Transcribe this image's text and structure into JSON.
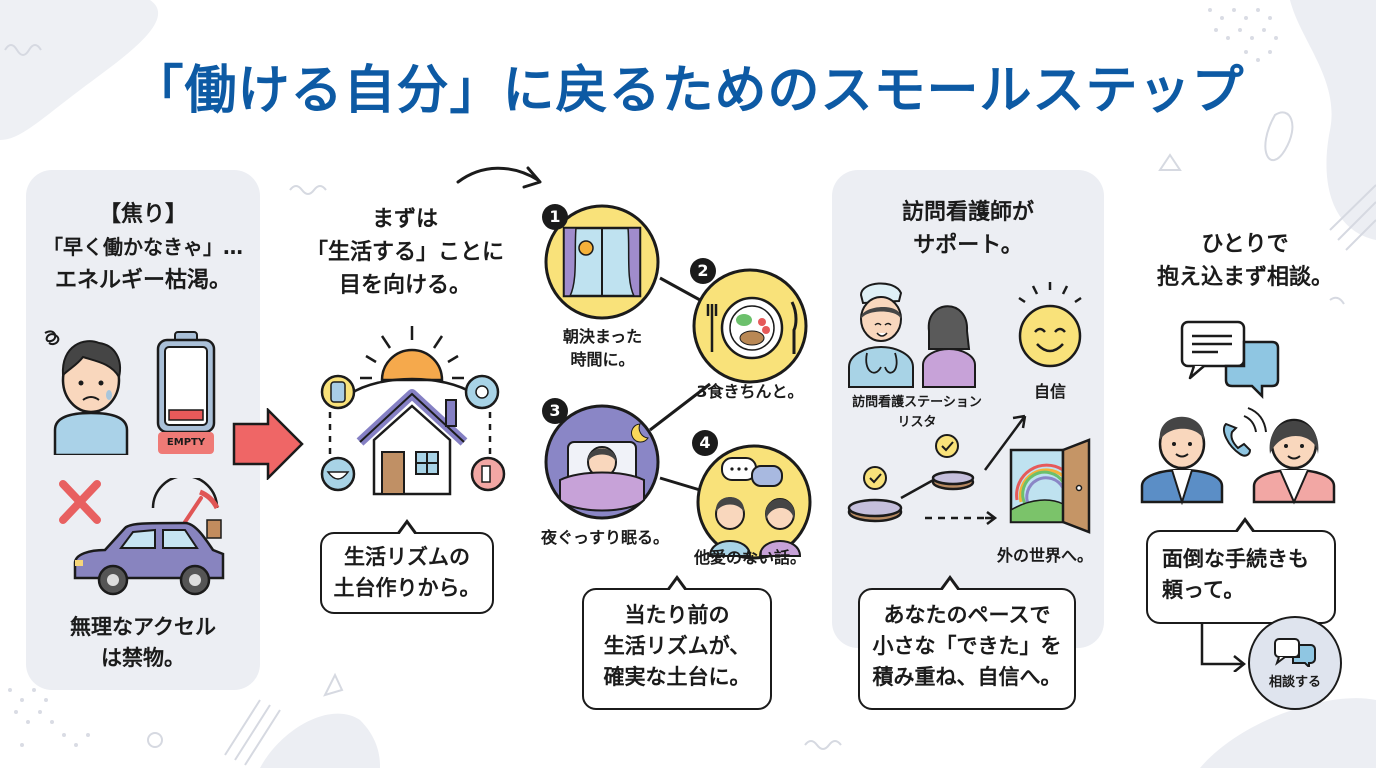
{
  "title": "「働ける自分」に戻るためのスモールステップ",
  "colors": {
    "title": "#0d5aa4",
    "panel": "#eceef3",
    "accent_red": "#e85a5a",
    "yellow": "#f9e27a",
    "purple": "#8f86c4",
    "ink": "#1b1b1b"
  },
  "section_anxiety": {
    "heading_lines": [
      "【焦り】",
      "「早く働かなきゃ」…",
      "エネルギー枯渇。"
    ],
    "battery_label": "EMPTY",
    "caption_lines": [
      "無理なアクセル",
      "は禁物。"
    ]
  },
  "section_living": {
    "heading_lines": [
      "まずは",
      "「生活する」ことに",
      "目を向ける。"
    ],
    "bubble_lines": [
      "生活リズムの",
      "土台作りから。"
    ]
  },
  "section_steps": {
    "steps": [
      {
        "number": "1",
        "caption_lines": [
          "朝決まった",
          "時間に。"
        ],
        "icon": "window-sun-icon"
      },
      {
        "number": "2",
        "caption_lines": [
          "3食きちんと。"
        ],
        "icon": "meal-plate-icon"
      },
      {
        "number": "3",
        "caption_lines": [
          "夜ぐっすり眠る。"
        ],
        "icon": "sleeping-icon"
      },
      {
        "number": "4",
        "caption_lines": [
          "他愛のない話。"
        ],
        "icon": "conversation-icon"
      }
    ],
    "bubble_lines": [
      "当たり前の",
      "生活リズムが、",
      "確実な土台に。"
    ]
  },
  "section_nurse": {
    "heading_lines": [
      "訪問看護師が",
      "サポート。"
    ],
    "station_lines": [
      "訪問看護ステーション",
      "リスタ"
    ],
    "confidence_label": "自信",
    "outside_label": "外の世界へ。",
    "bubble_lines": [
      "あなたのペースで",
      "小さな「できた」を",
      "積み重ね、自信へ。"
    ]
  },
  "section_consult": {
    "heading_lines": [
      "ひとりで",
      "抱え込まず相談。"
    ],
    "bubble_lines": [
      "面倒な手続きも",
      "頼って。"
    ],
    "button_label": "相談する"
  }
}
